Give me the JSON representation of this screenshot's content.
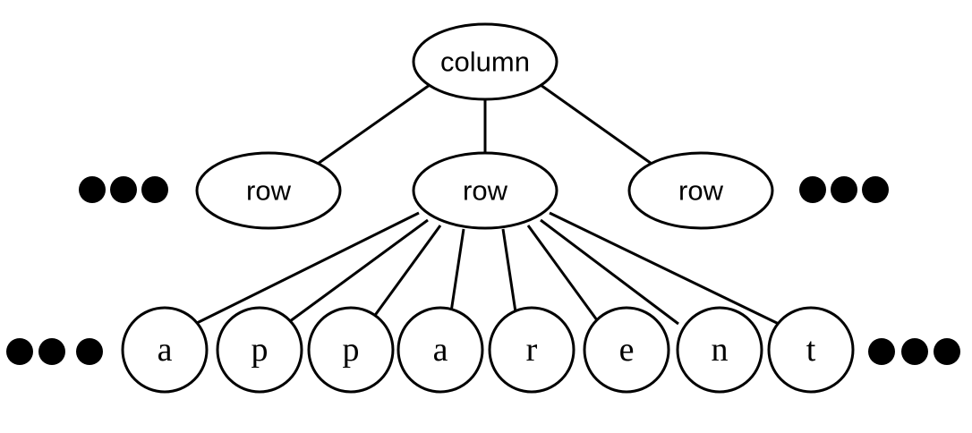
{
  "diagram": {
    "root": {
      "label": "column"
    },
    "rows": [
      {
        "label": "row"
      },
      {
        "label": "row"
      },
      {
        "label": "row"
      }
    ],
    "letters": [
      "a",
      "p",
      "p",
      "a",
      "r",
      "e",
      "n",
      "t"
    ],
    "colors": {
      "stroke": "#000000",
      "fill": "#ffffff",
      "ellipsis": "#000000"
    }
  }
}
